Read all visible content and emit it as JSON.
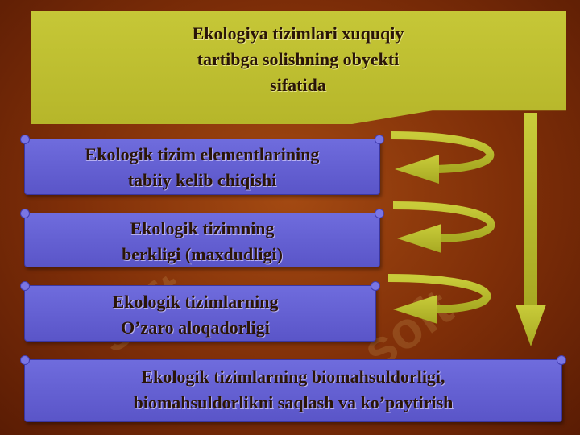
{
  "title": {
    "line1": "Ekologiya tizimlari xuquqiy",
    "line2": "tartibga solishning obyekti",
    "line3": "sifatida"
  },
  "items": [
    {
      "line1": "Ekologik tizim elementlarining",
      "line2": "tabiiy kelib chiqishi"
    },
    {
      "line1": "Ekologik tizimning",
      "line2": "berkligi (maxdudligi)"
    },
    {
      "line1": "Ekologik tizimlarning",
      "line2": "O’zaro aloqadorligi"
    },
    {
      "line1": "Ekologik tizimlarning biomahsuldorligi,",
      "line2": "biomahsuldorlikni saqlash va ko’paytirish"
    }
  ],
  "colors": {
    "title_fill": "#c6c737",
    "box_fill": "#6f6cdd",
    "arrow_fill": "#b7ba2c",
    "background": "#8a350c"
  },
  "watermark": {
    "text": "soft"
  }
}
